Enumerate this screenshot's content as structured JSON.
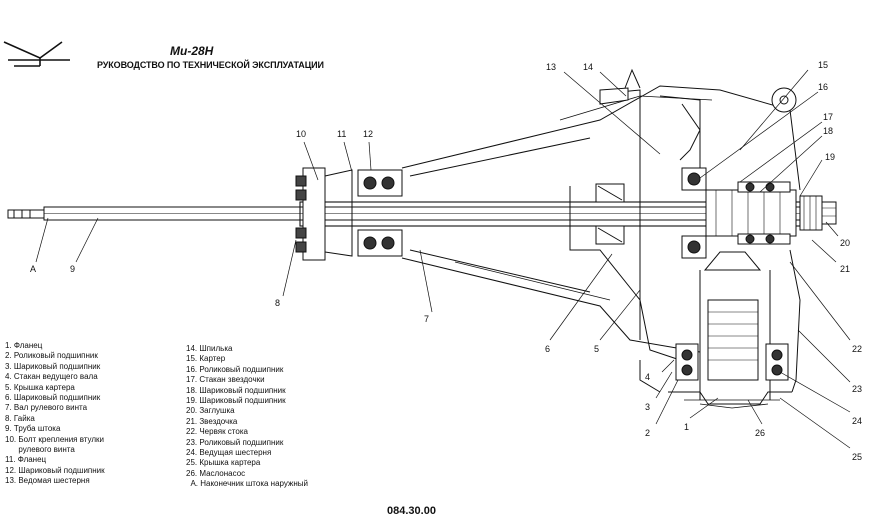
{
  "header": {
    "title": "Ми-28Н",
    "subtitle": "РУКОВОДСТВО ПО ТЕХНИЧЕСКОЙ ЭКСПЛУАТАЦИИ"
  },
  "document_number": "084.30.00",
  "callouts": {
    "c1": "1",
    "c2": "2",
    "c3": "3",
    "c4": "4",
    "c5": "5",
    "c6": "6",
    "c7": "7",
    "c8": "8",
    "c9": "9",
    "c10": "10",
    "c11": "11",
    "c12": "12",
    "c13": "13",
    "c14": "14",
    "c15": "15",
    "c16": "16",
    "c17": "17",
    "c18": "18",
    "c19": "19",
    "c20": "20",
    "c21": "21",
    "c22": "22",
    "c23": "23",
    "c24": "24",
    "c25": "25",
    "c26": "26",
    "cA": "А"
  },
  "legend_left": [
    "1. Фланец",
    "2. Роликовый подшипник",
    "3. Шариковый подшипник",
    "4. Стакан ведущего вала",
    "5. Крышка картера",
    "6. Шариковый подшипник",
    "7. Вал рулевого винта",
    "8. Гайка",
    "9. Труба штока",
    "10. Болт крепления втулки",
    "      рулевого винта",
    "11. Фланец",
    "12. Шариковый подшипник",
    "13. Ведомая шестерня"
  ],
  "legend_right": [
    "14. Шпилька",
    "15. Картер",
    "16. Роликовый подшипник",
    "17. Стакан звездочки",
    "18. Шариковый подшипник",
    "19. Шариковый подшипник",
    "20. Заглушка",
    "21. Звездочка",
    "22. Червяк стока",
    "23. Роликовый подшипник",
    "24. Ведущая шестерня",
    "25. Крышка картера",
    "26. Маслонасос",
    "  А. Наконечник штока наружный"
  ]
}
